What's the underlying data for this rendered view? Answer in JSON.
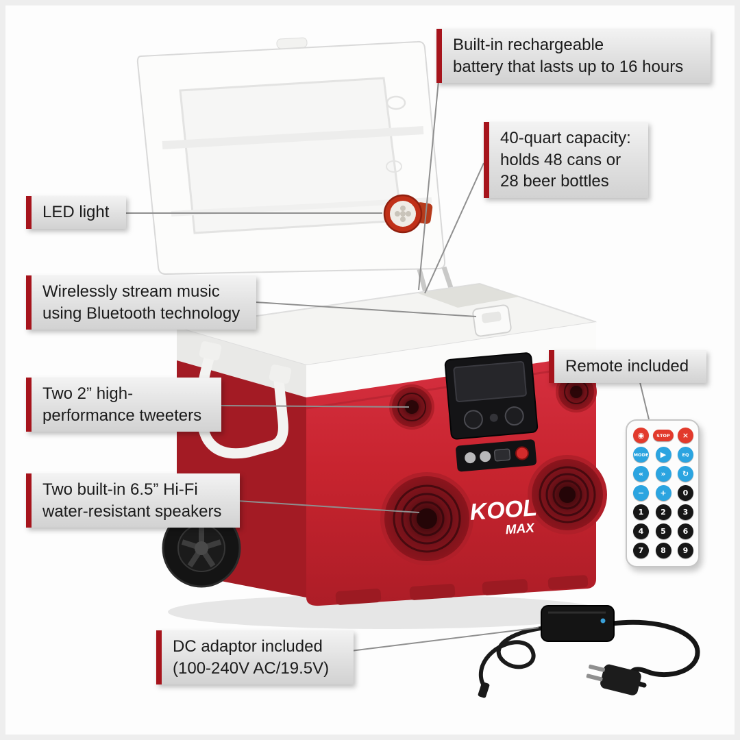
{
  "product": {
    "name": "Cooler with built-in speakers",
    "logo_main": "KOOL",
    "logo_sub": "MAX"
  },
  "callouts": {
    "battery": {
      "text": "Built-in rechargeable\nbattery that lasts up to 16 hours"
    },
    "capacity": {
      "text": "40-quart capacity:\nholds 48 cans or\n28 beer bottles"
    },
    "led": {
      "text": "LED light"
    },
    "bluetooth": {
      "text": "Wirelessly stream music\nusing Bluetooth technology"
    },
    "tweeters": {
      "text": "Two 2” high-\nperformance tweeters"
    },
    "speakers": {
      "text": "Two built-in 6.5” Hi-Fi\nwater-resistant speakers"
    },
    "remote": {
      "text": "Remote included"
    },
    "adaptor": {
      "text": "DC adaptor included\n(100-240V AC/19.5V)"
    }
  },
  "remote_control": {
    "buttons": [
      {
        "label": "◉",
        "color": "red"
      },
      {
        "label": "STOP",
        "color": "red",
        "shape": "pill"
      },
      {
        "label": "×",
        "color": "red"
      },
      {
        "label": "MODE",
        "color": "blue",
        "small": true
      },
      {
        "label": "▶",
        "color": "blue"
      },
      {
        "label": "EQ",
        "color": "blue",
        "small": true
      },
      {
        "label": "«",
        "color": "blue"
      },
      {
        "label": "»",
        "color": "blue"
      },
      {
        "label": "↻",
        "color": "blue"
      },
      {
        "label": "−",
        "color": "blue"
      },
      {
        "label": "+",
        "color": "blue"
      },
      {
        "label": "0",
        "color": "black"
      },
      {
        "label": "1",
        "color": "black"
      },
      {
        "label": "2",
        "color": "black"
      },
      {
        "label": "3",
        "color": "black"
      },
      {
        "label": "4",
        "color": "black"
      },
      {
        "label": "5",
        "color": "black"
      },
      {
        "label": "6",
        "color": "black"
      },
      {
        "label": "7",
        "color": "black"
      },
      {
        "label": "8",
        "color": "black"
      },
      {
        "label": "9",
        "color": "black"
      }
    ]
  },
  "colors": {
    "accent_red": "#a6141c",
    "cooler_red": "#c8242f",
    "remote_red": "#e23a2c",
    "remote_blue": "#2ba4e0",
    "remote_black": "#161616"
  }
}
